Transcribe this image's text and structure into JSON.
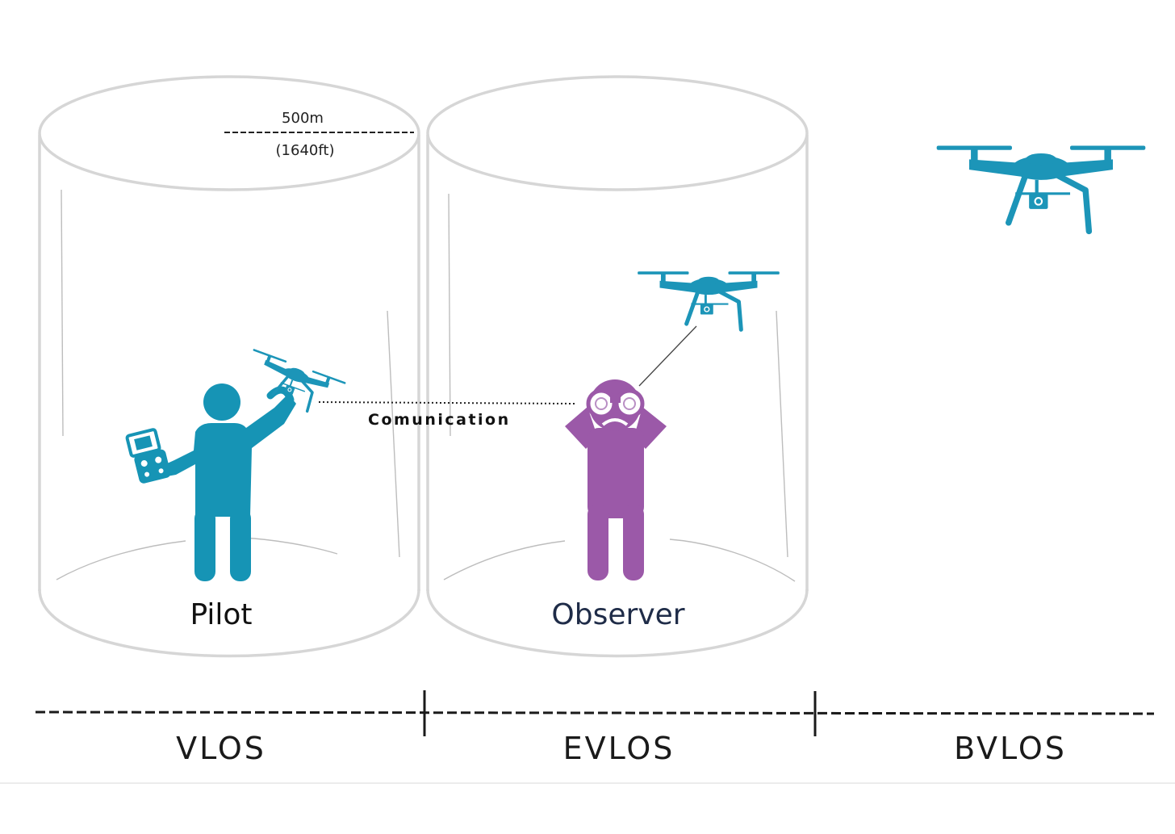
{
  "distance": {
    "metric": "500m",
    "imperial": "(1640ft)"
  },
  "communication_label": "Comunication",
  "roles": {
    "pilot": "Pilot",
    "observer": "Observer"
  },
  "zones": [
    {
      "label": "VLOS"
    },
    {
      "label": "EVLOS"
    },
    {
      "label": "BVLOS"
    }
  ],
  "colors": {
    "pilot_teal": "#1694b5",
    "drone_teal": "#1c95b8",
    "observer_purple": "#9b59a8",
    "observer_label": "#1f2c48",
    "cylinder": "#d6d6d6"
  },
  "icons": [
    "drone-icon",
    "remote-controller-icon",
    "binoculars-icon"
  ]
}
